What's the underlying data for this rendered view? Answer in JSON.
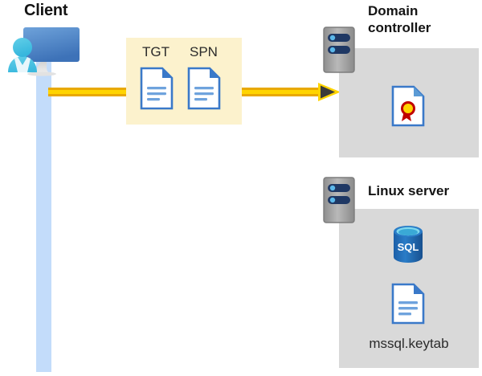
{
  "diagram": {
    "title_client": "Client",
    "client_icon_name": "user-with-monitor-icon",
    "flow": {
      "box_label_1": "TGT",
      "box_label_2": "SPN",
      "doc_icon_1": "document-icon",
      "doc_icon_2": "document-icon",
      "arrow_name": "request-arrow",
      "arrow_direction": "left-to-right"
    },
    "domain_controller": {
      "title": "Domain controller",
      "server_icon": "server-icon",
      "item_icon": "certificate-document-icon"
    },
    "linux_server": {
      "title": "Linux server",
      "server_icon": "server-icon",
      "database_icon": "sql-database-icon",
      "database_label": "SQL",
      "file_icon": "document-icon",
      "file_label": "mssql.keytab"
    },
    "colors": {
      "token_box_fill": "#fcf2cd",
      "panel_fill": "#d9d9d9",
      "arrow_outer": "#e8a803",
      "arrow_inner": "#ffd400",
      "lifeline": "#c3dcfa",
      "doc_blue": "#3a79c9",
      "sql_blue": "#1b6cb5",
      "server_grey": "#9a9a9a",
      "server_pill": "#1f3864",
      "text_dark": "#141414"
    }
  }
}
